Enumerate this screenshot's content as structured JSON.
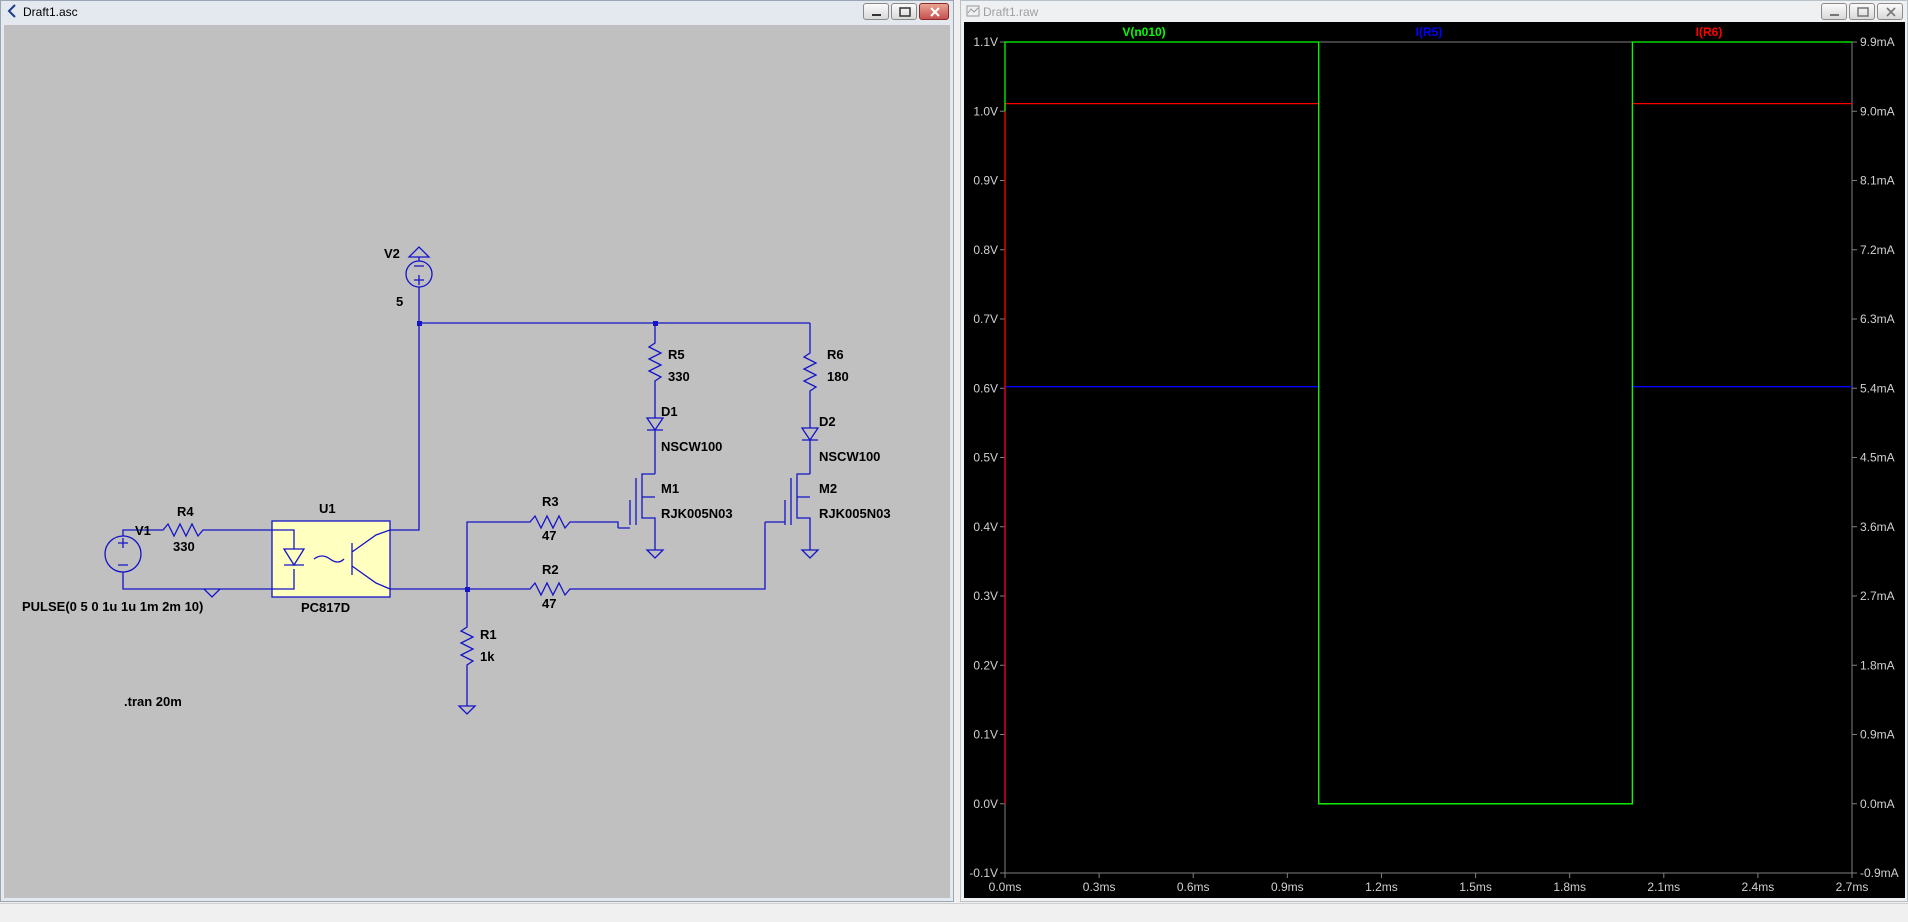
{
  "schematic_window": {
    "title": "Draft1.asc",
    "components": {
      "V2": {
        "name": "V2",
        "value": "5"
      },
      "R5": {
        "name": "R5",
        "value": "330"
      },
      "R6": {
        "name": "R6",
        "value": "180"
      },
      "D1": {
        "name": "D1",
        "value": "NSCW100"
      },
      "D2": {
        "name": "D2",
        "value": "NSCW100"
      },
      "M1": {
        "name": "M1",
        "value": "RJK005N03"
      },
      "M2": {
        "name": "M2",
        "value": "RJK005N03"
      },
      "R3": {
        "name": "R3",
        "value": "47"
      },
      "R2": {
        "name": "R2",
        "value": "47"
      },
      "R4": {
        "name": "R4",
        "value": "330"
      },
      "V1": {
        "name": "V1",
        "value": "PULSE(0 5 0 1u 1u 1m 2m 10)"
      },
      "U1": {
        "name": "U1",
        "value": "PC817D"
      },
      "R1": {
        "name": "R1",
        "value": "1k"
      }
    },
    "directive": ".tran 20m"
  },
  "waveform_window": {
    "title": "Draft1.raw",
    "colors": {
      "background": "#000000",
      "axis": "#808080",
      "text": "#c8c8c8",
      "grid_text": "#d0d0d0"
    }
  },
  "chart_data": {
    "type": "line",
    "xlabel": "",
    "ylabel": "",
    "x_ticks": [
      "0.0ms",
      "0.3ms",
      "0.6ms",
      "0.9ms",
      "1.2ms",
      "1.5ms",
      "1.8ms",
      "2.1ms",
      "2.4ms",
      "2.7ms"
    ],
    "y_left_ticks": [
      "1.1V",
      "1.0V",
      "0.9V",
      "0.8V",
      "0.7V",
      "0.6V",
      "0.5V",
      "0.4V",
      "0.3V",
      "0.2V",
      "0.1V",
      "0.0V",
      "-0.1V"
    ],
    "y_right_ticks": [
      "9.9mA",
      "9.0mA",
      "8.1mA",
      "7.2mA",
      "6.3mA",
      "5.4mA",
      "4.5mA",
      "3.6mA",
      "2.7mA",
      "1.8mA",
      "0.9mA",
      "0.0mA",
      "-0.9mA"
    ],
    "xlim": [
      0,
      2.7
    ],
    "ylim_left": [
      -0.1,
      1.1
    ],
    "ylim_right": [
      -0.9,
      9.9
    ],
    "series": [
      {
        "name": "V(n010)",
        "color": "#00ff00",
        "axis": "left",
        "x": [
          0,
          0,
          1.0,
          1.0,
          2.0,
          2.0,
          2.7
        ],
        "y": [
          1.0,
          1.1,
          1.1,
          0.0,
          0.0,
          1.1,
          1.1
        ]
      },
      {
        "name": "I(R5)",
        "color": "#0000ff",
        "axis": "right",
        "x": [
          0,
          0,
          1.0,
          1.0,
          2.0,
          2.0,
          2.7
        ],
        "y": [
          0.0,
          5.42,
          5.42,
          0.0,
          0.0,
          5.42,
          5.42
        ]
      },
      {
        "name": "I(R6)",
        "color": "#ff0000",
        "axis": "right",
        "x": [
          0,
          0,
          1.0,
          1.0,
          2.0,
          2.0,
          2.7
        ],
        "y": [
          0.0,
          9.1,
          9.1,
          0.0,
          0.0,
          9.1,
          9.1
        ]
      }
    ]
  }
}
